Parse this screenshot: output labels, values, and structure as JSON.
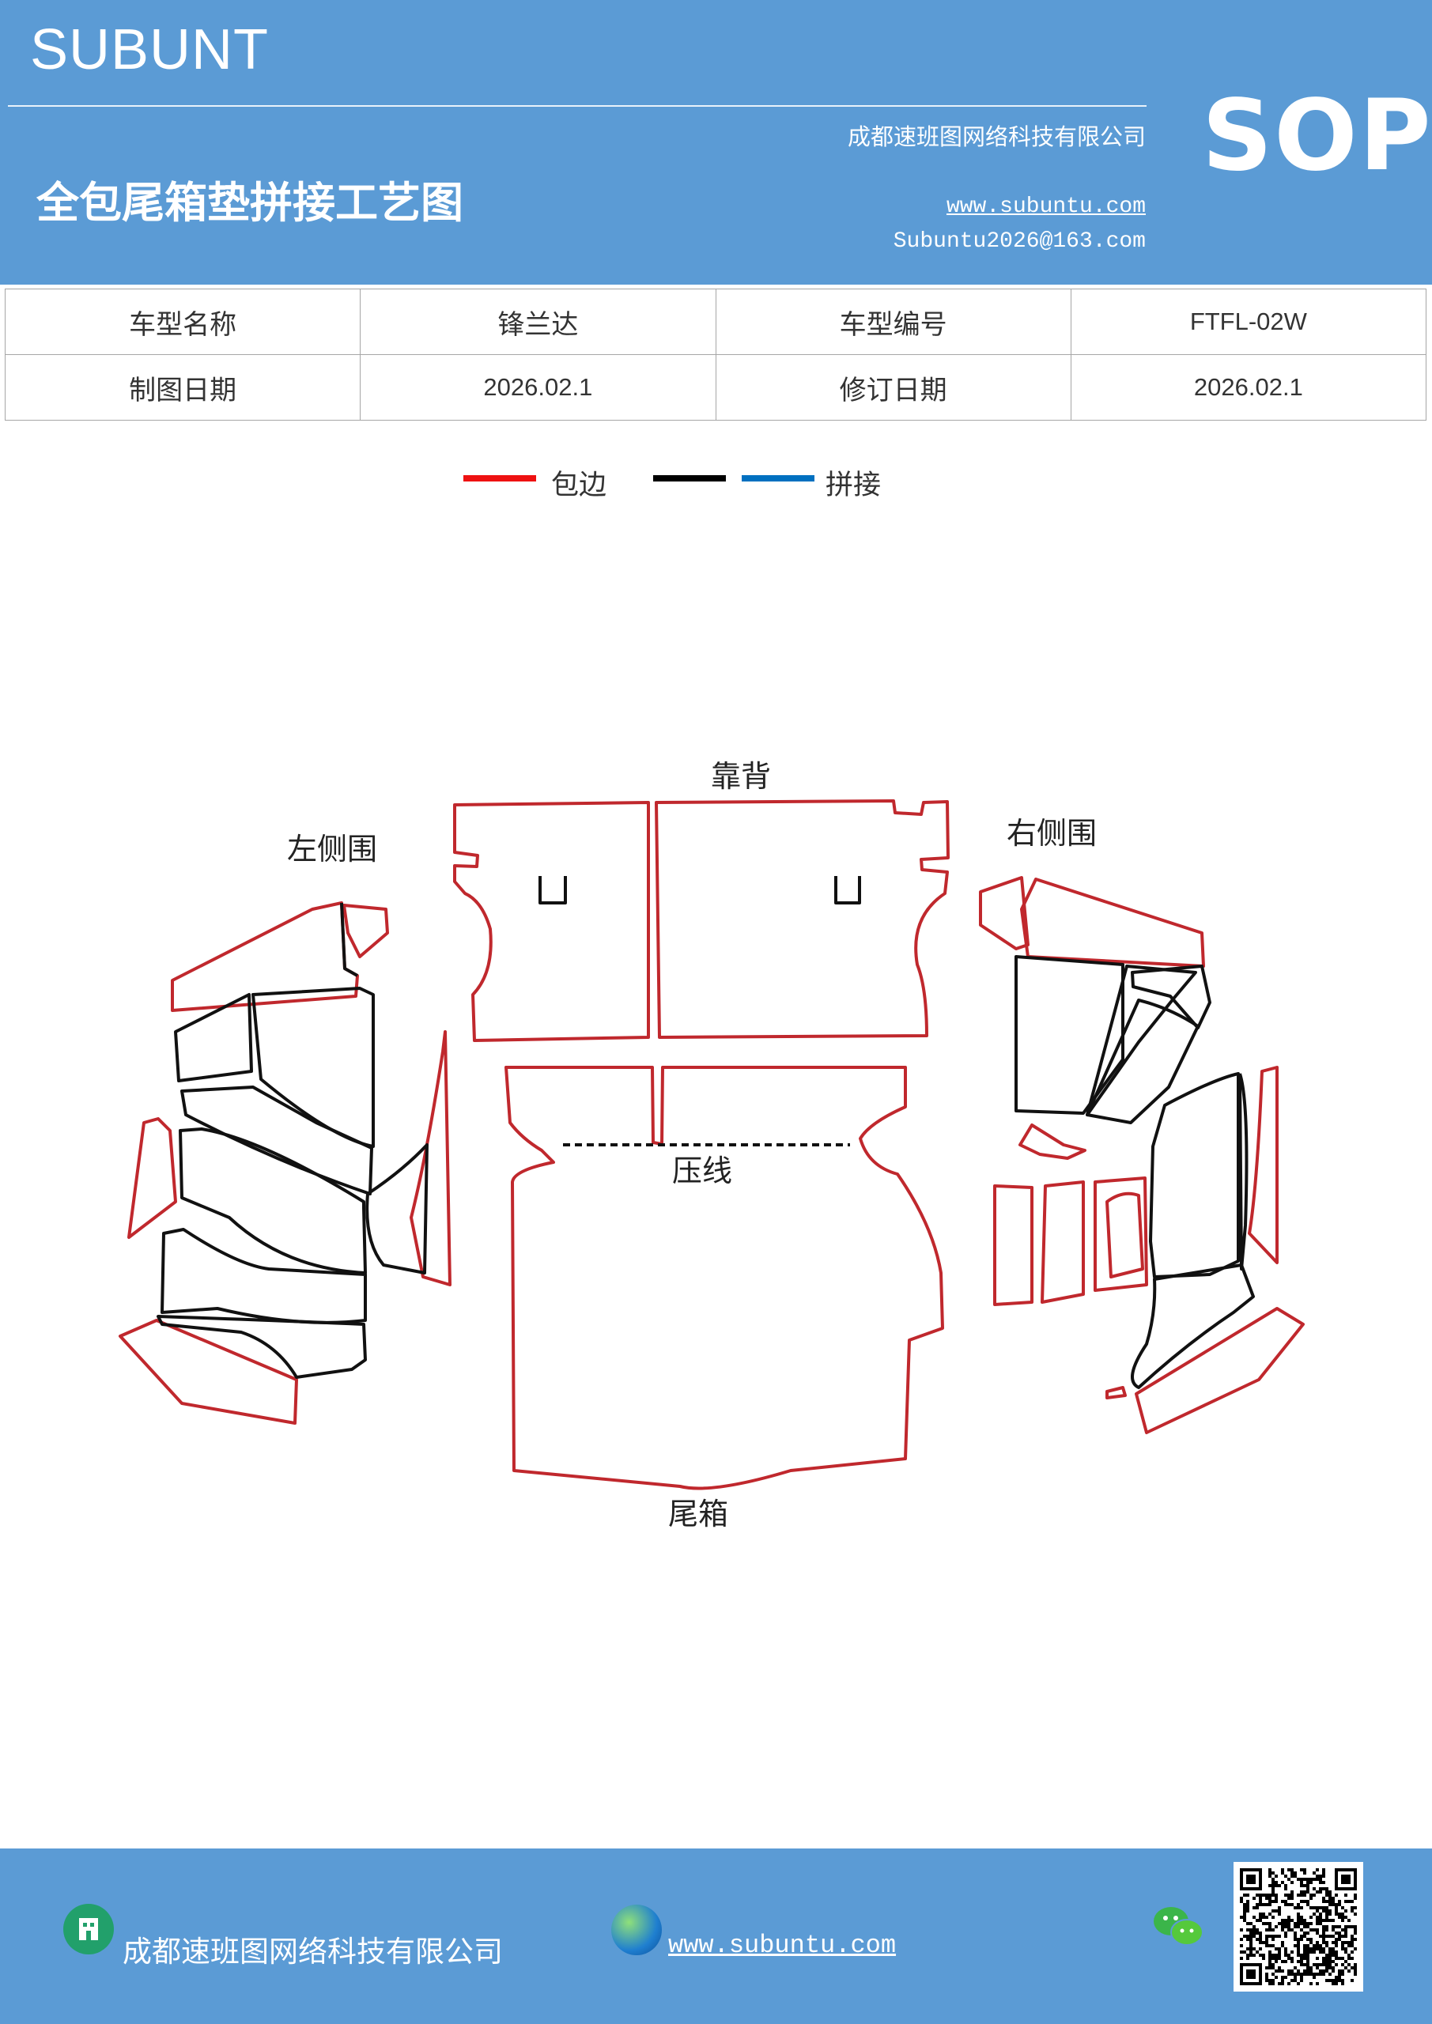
{
  "header": {
    "brand": "SUBUNT",
    "title": "全包尾箱垫拼接工艺图",
    "company": "成都速班图网络科技有限公司",
    "website": "www.subuntu.com",
    "email": "Subuntu2026@163.com",
    "badge": "SOP"
  },
  "info_table": {
    "rows": [
      [
        "车型名称",
        "锋兰达",
        "车型编号",
        "FTFL-02W"
      ],
      [
        "制图日期",
        "2026.02.1",
        "修订日期",
        "2026.02.1"
      ]
    ]
  },
  "legend": {
    "items": [
      {
        "label": "包边",
        "color": "#ee1111"
      },
      {
        "label": "",
        "color": "#000000"
      },
      {
        "label": "拼接",
        "color": "#0070c0"
      }
    ]
  },
  "diagram": {
    "labels": {
      "back": "靠背",
      "left": "左侧围",
      "right": "右侧围",
      "press": "压线",
      "trunk": "尾箱"
    },
    "colors": {
      "edge": "#c0282d",
      "seam": "#111111"
    }
  },
  "footer": {
    "company": "成都速班图网络科技有限公司",
    "website": "www.subuntu.com",
    "icons": [
      "building-icon",
      "globe-icon",
      "wechat-icon",
      "qr-code"
    ]
  }
}
